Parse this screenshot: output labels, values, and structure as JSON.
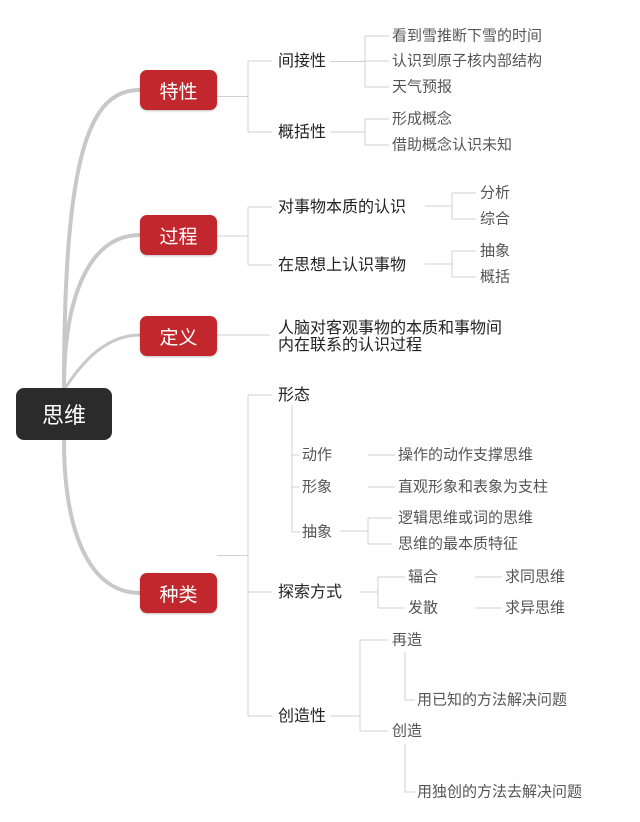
{
  "root": "思维",
  "branches": {
    "traits": {
      "label": "特性",
      "indirect": {
        "label": "间接性",
        "items": [
          "看到雪推断下雪的时间",
          "认识到原子核内部结构",
          "天气预报"
        ]
      },
      "general": {
        "label": "概括性",
        "items": [
          "形成概念",
          "借助概念认识未知"
        ]
      }
    },
    "process": {
      "label": "过程",
      "essence": {
        "label": "对事物本质的认识",
        "items": [
          "分析",
          "综合"
        ]
      },
      "mind": {
        "label": "在思想上认识事物",
        "items": [
          "抽象",
          "概括"
        ]
      }
    },
    "definition": {
      "label": "定义",
      "lines": [
        "人脑对客观事物的本质和事物间",
        "内在联系的认识过程"
      ]
    },
    "types": {
      "label": "种类",
      "form": {
        "label": "形态",
        "action": {
          "label": "动作",
          "items": [
            "操作的动作支撑思维"
          ]
        },
        "image": {
          "label": "形象",
          "items": [
            "直观形象和表象为支柱"
          ]
        },
        "abstract": {
          "label": "抽象",
          "items": [
            "逻辑思维或词的思维",
            "思维的最本质特征"
          ]
        }
      },
      "explore": {
        "label": "探索方式",
        "convergent": {
          "label": "辐合",
          "result": "求同思维"
        },
        "divergent": {
          "label": "发散",
          "result": "求异思维"
        }
      },
      "creative": {
        "label": "创造性",
        "reproduce": {
          "label": "再造",
          "desc": "用已知的方法解决问题"
        },
        "create": {
          "label": "创造",
          "desc": "用独创的方法去解决问题"
        }
      }
    }
  },
  "colors": {
    "branch_box": "#c1272d",
    "root_box": "#2b2b2b",
    "connector": "#c8c8c8"
  }
}
